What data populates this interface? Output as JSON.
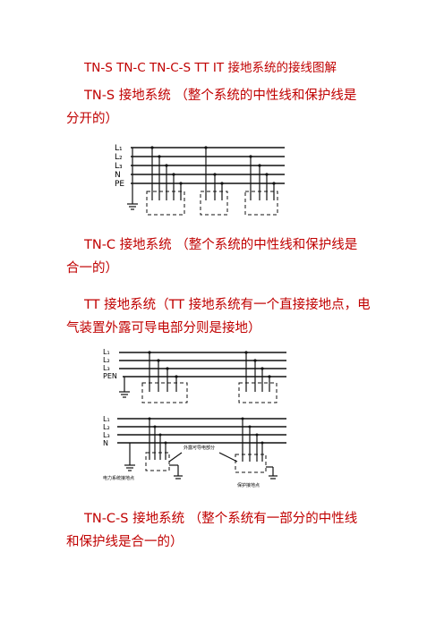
{
  "title": "TN-S TN-C TN-C-S TT IT 接地系统的接线图解",
  "paragraphs": {
    "tns_line1": "TN-S 接地系统 （整个系统的中性线和保护线是",
    "tns_line2": "分开的）",
    "tnc_line1": "TN-C 接地系统 （整个系统的中性线和保护线是",
    "tnc_line2": "合一的）",
    "tt_line1": "TT 接地系统（TT 接地系统有一个直接接地点，电",
    "tt_line2": "气装置外露可导电部分则是接地）",
    "tncs_line1": "TN-C-S 接地系统 （整个系统有一部分的中性线",
    "tncs_line2": "和保护线是合一的）"
  },
  "diagram_tns": {
    "line_labels": [
      "L₁",
      "L₂",
      "L₃",
      "N",
      "PE"
    ]
  },
  "diagram_tnc": {
    "line_labels": [
      "L₁",
      "L₂",
      "L₃",
      "PEN"
    ]
  },
  "diagram_tt": {
    "line_labels": [
      "L₁",
      "L₂",
      "L₃",
      "N"
    ],
    "annotation_exposed": "外露可导电部分",
    "annotation_source_earth": "电力系统接地点",
    "annotation_protective_earth": "保护接地点"
  },
  "colors": {
    "text": "#c00000",
    "diagram": "#111111"
  }
}
